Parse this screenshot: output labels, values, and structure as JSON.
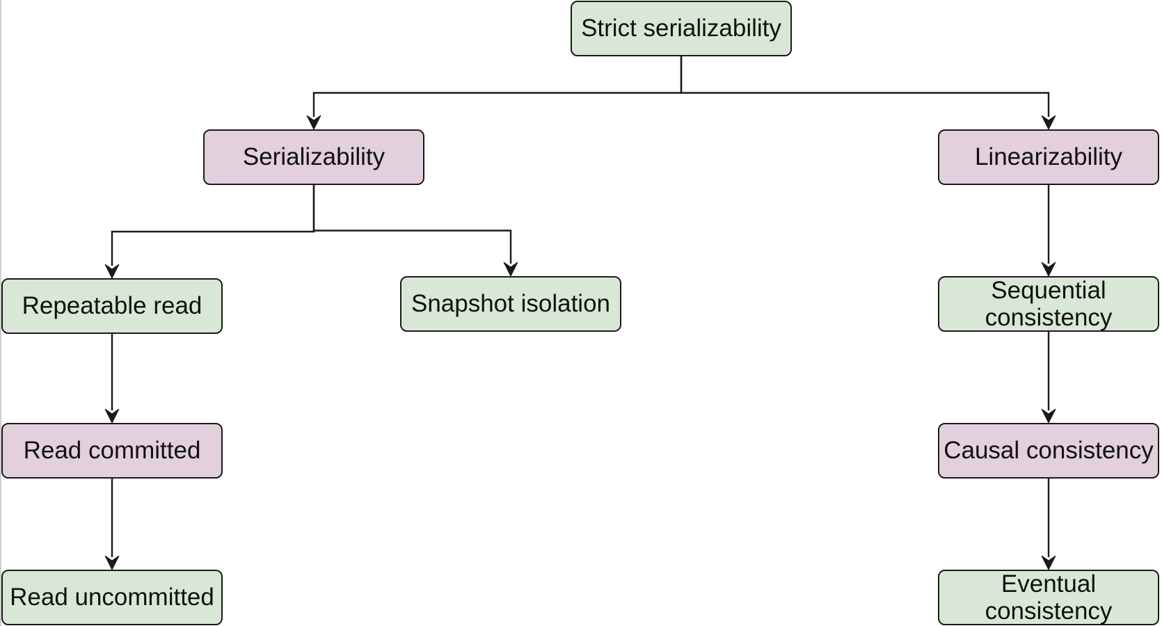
{
  "colors": {
    "green_fill": "#d9e8d6",
    "purple_fill": "#e2d0dd",
    "stroke": "#1a1a1a"
  },
  "nodes": {
    "strict_serializability": {
      "label": "Strict serializability",
      "fill": "green"
    },
    "serializability": {
      "label": "Serializability",
      "fill": "purple"
    },
    "linearizability": {
      "label": "Linearizability",
      "fill": "purple"
    },
    "repeatable_read": {
      "label": "Repeatable read",
      "fill": "green"
    },
    "snapshot_isolation": {
      "label": "Snapshot isolation",
      "fill": "green"
    },
    "sequential_consistency": {
      "label": "Sequential consistency",
      "fill": "green"
    },
    "read_committed": {
      "label": "Read committed",
      "fill": "purple"
    },
    "causal_consistency": {
      "label": "Causal consistency",
      "fill": "purple"
    },
    "read_uncommitted": {
      "label": "Read uncommitted",
      "fill": "green"
    },
    "eventual_consistency": {
      "label": "Eventual consistency",
      "fill": "green"
    }
  },
  "edges": [
    {
      "from": "strict_serializability",
      "to": "serializability"
    },
    {
      "from": "strict_serializability",
      "to": "linearizability"
    },
    {
      "from": "serializability",
      "to": "repeatable_read"
    },
    {
      "from": "serializability",
      "to": "snapshot_isolation"
    },
    {
      "from": "linearizability",
      "to": "sequential_consistency"
    },
    {
      "from": "repeatable_read",
      "to": "read_committed"
    },
    {
      "from": "read_committed",
      "to": "read_uncommitted"
    },
    {
      "from": "sequential_consistency",
      "to": "causal_consistency"
    },
    {
      "from": "causal_consistency",
      "to": "eventual_consistency"
    }
  ]
}
